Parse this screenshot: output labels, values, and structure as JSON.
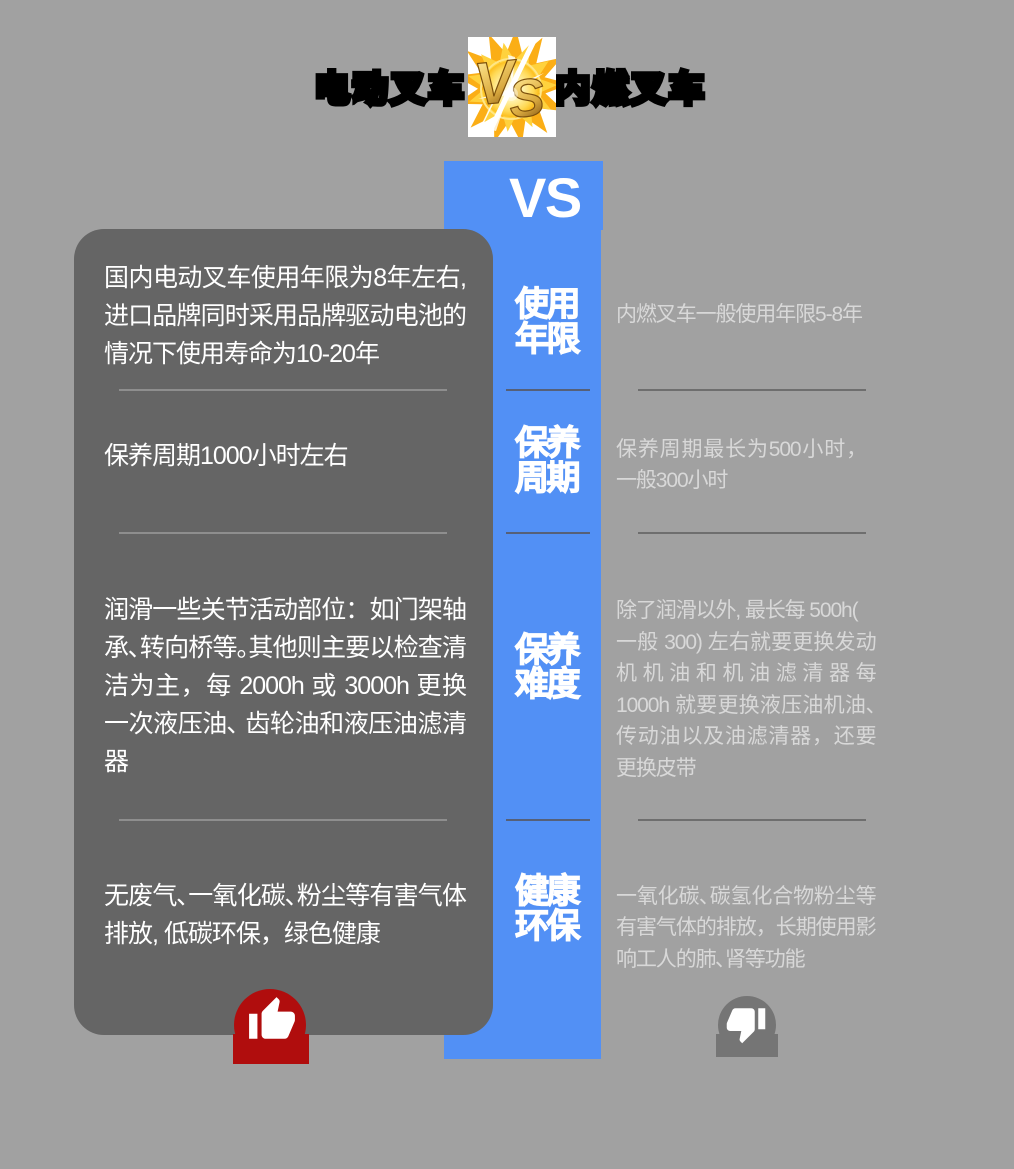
{
  "title": {
    "left": "电动叉车",
    "right": "内燃叉车"
  },
  "badge": {
    "letter_v": "V",
    "letter_s": "S"
  },
  "vs_column": {
    "header": "VS",
    "categories": [
      {
        "lines": [
          "使用",
          "年限"
        ]
      },
      {
        "lines": [
          "保养",
          "周期"
        ]
      },
      {
        "lines": [
          "保养",
          "难度"
        ]
      },
      {
        "lines": [
          "健康",
          "环保"
        ]
      }
    ]
  },
  "left_panel": {
    "rows": [
      {
        "lines": [
          "国内电动叉车使用年限为8年左右,",
          "进口品牌同时采用品牌驱动电池的",
          "情况下使用寿命为10-20年"
        ]
      },
      {
        "lines": [
          "保养周期1000小时左右"
        ]
      },
      {
        "lines": [
          "润滑一些关节活动部位：如门架轴",
          "承､转向桥等｡其他则主要以检查清",
          "洁为主，每 2000h 或 3000h 更换",
          "一次液压油､ 齿轮油和液压油滤清",
          "器"
        ]
      },
      {
        "lines": [
          "无废气､一氧化碳､粉尘等有害气体",
          "排放, 低碳环保，绿色健康"
        ]
      }
    ],
    "verdict_icon": "thumbs-up"
  },
  "right_column": {
    "rows": [
      {
        "lines": [
          "内燃叉车一般使用年限5-8年"
        ]
      },
      {
        "lines": [
          "保养周期最长为500小时，",
          "一般300小时"
        ]
      },
      {
        "lines": [
          "除了润滑以外, 最长每 500h(",
          "一般 300) 左右就要更换发动",
          "机机油和机油滤清器每",
          "1000h 就要更换液压油机油､",
          "传动油以及油滤清器，还要",
          "更换皮带"
        ]
      },
      {
        "lines": [
          "一氧化碳､碳氢化合物粉尘等",
          "有害气体的排放，长期使用影",
          "响工人的肺､肾等功能"
        ]
      }
    ],
    "verdict_icon": "thumbs-down"
  },
  "colors": {
    "background": "#a1a1a1",
    "panel": "#656565",
    "accent_blue": "#5290f5",
    "thumb_up_red": "#b00d0d",
    "thumb_down_gray": "#757575",
    "left_text": "#ffffff",
    "right_text": "#d8d8d8",
    "title_text": "#000000",
    "badge_gold": "#fbae16"
  }
}
